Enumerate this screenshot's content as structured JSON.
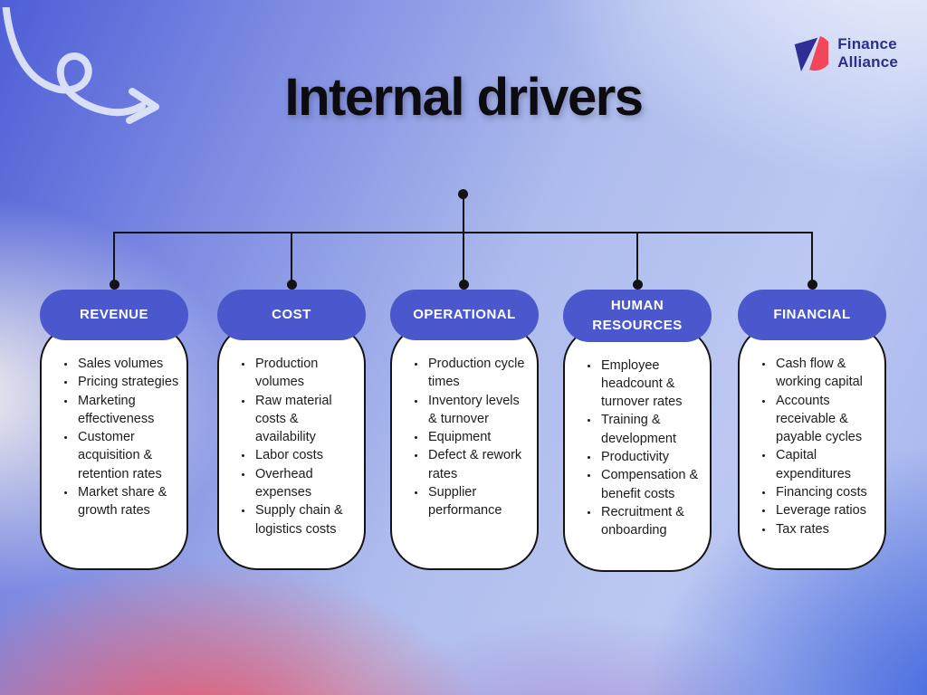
{
  "page": {
    "title": "Internal drivers"
  },
  "logo": {
    "line1": "Finance",
    "line2": "Alliance"
  },
  "colors": {
    "pill_blue": "#4b58cd",
    "logo_navy": "#2d2f96",
    "logo_pink": "#f2475a",
    "connector_black": "#131313",
    "bg_red": "#f34c5a",
    "bg_blue": "#3d63de"
  },
  "icons": {
    "arrow_doodle": "curly-arrow",
    "logo_mark": "finance-alliance-mark"
  },
  "columns": [
    {
      "header": "REVENUE",
      "items": [
        "Sales volumes",
        "Pricing strategies",
        "Marketing effectiveness",
        "Customer acquisition & retention rates",
        "Market share & growth rates"
      ]
    },
    {
      "header": "COST",
      "items": [
        "Production volumes",
        "Raw material costs & availability",
        "Labor costs",
        "Overhead expenses",
        "Supply chain & logistics costs"
      ]
    },
    {
      "header": "OPERATIONAL",
      "items": [
        "Production cycle times",
        "Inventory levels & turnover",
        "Equipment",
        "Defect & rework rates",
        "Supplier performance"
      ]
    },
    {
      "header": "HUMAN RESOURCES",
      "items": [
        "Employee headcount & turnover rates",
        "Training & development",
        "Productivity",
        "Compensation & benefit costs",
        "Recruitment & onboarding"
      ]
    },
    {
      "header": "FINANCIAL",
      "items": [
        "Cash flow & working capital",
        "Accounts receivable & payable cycles",
        "Capital expenditures",
        "Financing costs",
        "Leverage ratios",
        "Tax rates"
      ]
    }
  ]
}
